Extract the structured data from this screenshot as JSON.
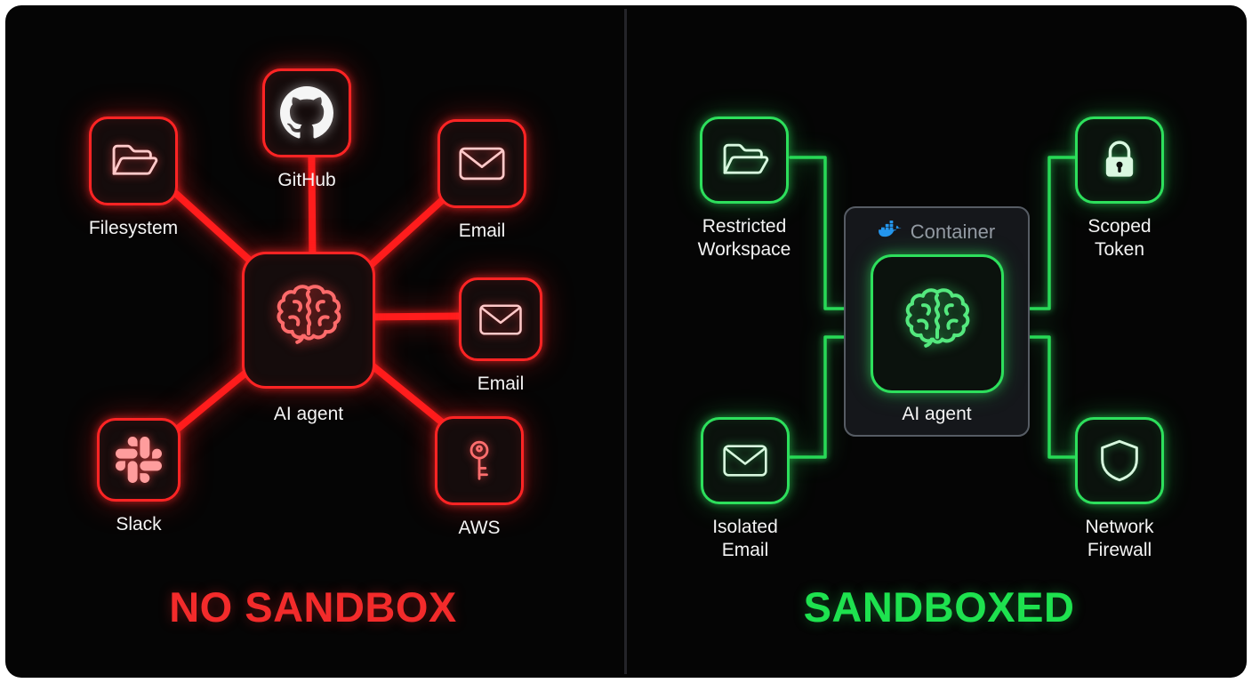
{
  "left_panel": {
    "title": "NO SANDBOX",
    "accent_color": "#f32b2b",
    "center_node": {
      "label": "AI agent",
      "icon": "brain-icon"
    },
    "nodes": [
      {
        "label": "Filesystem",
        "icon": "folder-icon"
      },
      {
        "label": "GitHub",
        "icon": "github-icon"
      },
      {
        "label": "Email",
        "icon": "envelope-icon"
      },
      {
        "label": "Email",
        "icon": "envelope-icon"
      },
      {
        "label": "Slack",
        "icon": "slack-icon"
      },
      {
        "label": "AWS",
        "icon": "key-icon"
      }
    ]
  },
  "right_panel": {
    "title": "SANDBOXED",
    "accent_color": "#1ee24f",
    "container": {
      "label": "Container",
      "icon": "docker-icon"
    },
    "center_node": {
      "label": "AI agent",
      "icon": "brain-icon"
    },
    "nodes": [
      {
        "label": "Restricted Workspace",
        "icon": "folder-icon"
      },
      {
        "label": "Scoped Token",
        "icon": "lock-icon"
      },
      {
        "label": "Isolated Email",
        "icon": "envelope-icon"
      },
      {
        "label": "Network Firewall",
        "icon": "shield-icon"
      }
    ]
  }
}
